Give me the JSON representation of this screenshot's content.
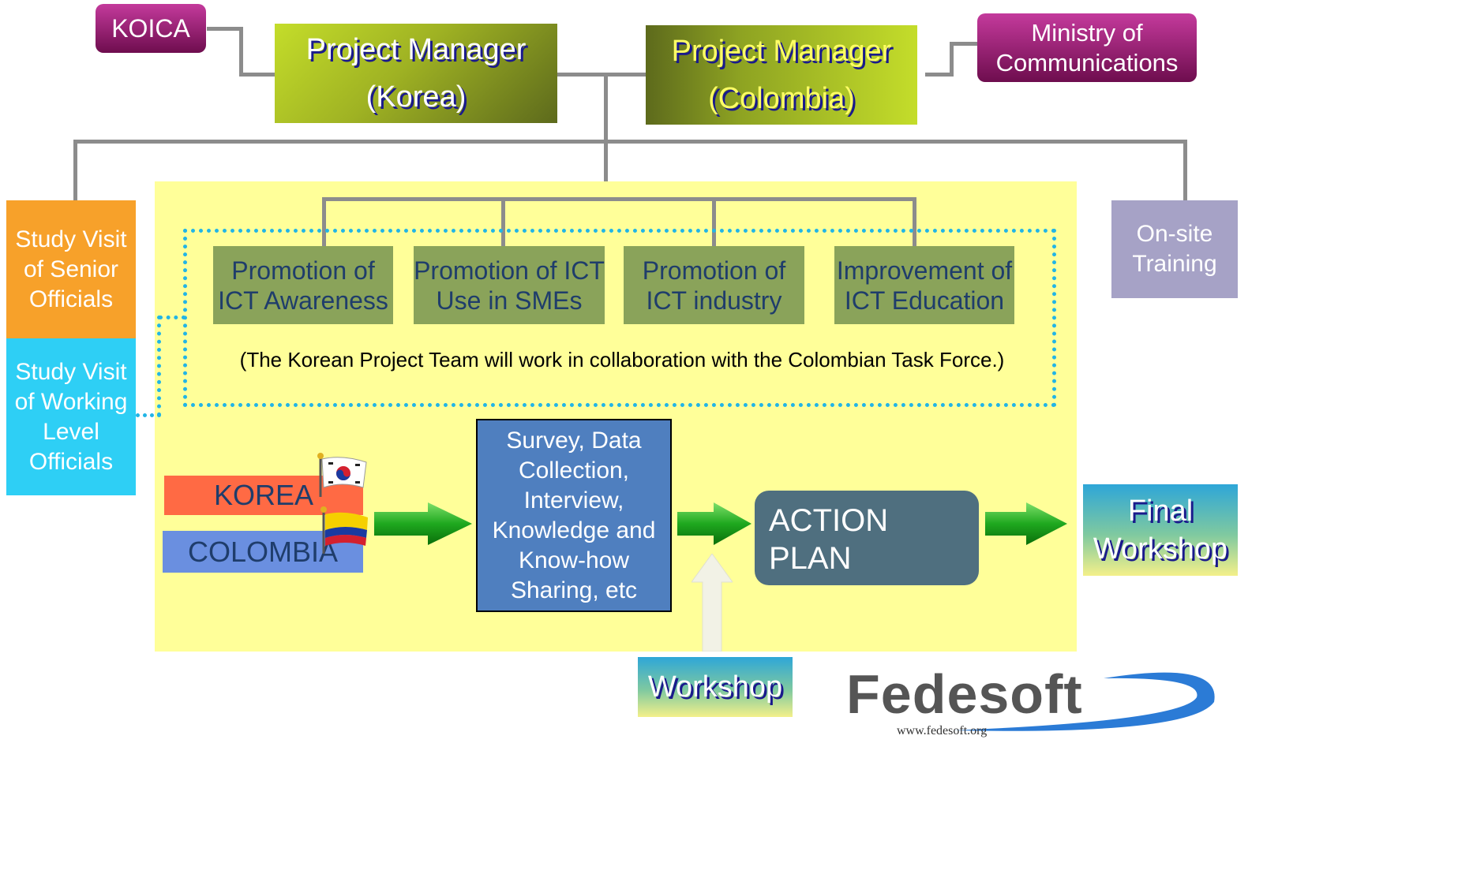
{
  "koica": "KOICA",
  "ministry": "Ministry of Communications",
  "pm_korea": {
    "line1": "Project Manager",
    "line2": "(Korea)"
  },
  "pm_colombia": {
    "line1": "Project Manager",
    "line2": "(Colombia)"
  },
  "study_senior": "Study Visit of Senior Officials",
  "study_working": "Study Visit of Working Level Officials",
  "onsite": "On-site Training",
  "activities": [
    "Promotion of ICT Awareness",
    "Promotion of ICT Use in SMEs",
    "Promotion of ICT industry",
    "Improvement of ICT Education"
  ],
  "collab_note": "(The Korean Project Team will work in collaboration with the Colombian Task Force.)",
  "korea_label": "KOREA",
  "colombia_label": "COLOMBIA",
  "survey": "Survey, Data Collection, Interview, Knowledge and Know-how Sharing, etc",
  "action_plan": "ACTION PLAN",
  "final_workshop": "Final Workshop",
  "workshop": "Workshop",
  "logo": {
    "name": "Fedesoft",
    "url": "www.fedesoft.org"
  },
  "colors": {
    "yellow_bg": "#ffff99",
    "orange": "#f7a12a",
    "cyan": "#2ecff5",
    "lavender": "#a6a2c6",
    "action": "#4f6f7f",
    "survey": "#4f7fbf"
  }
}
